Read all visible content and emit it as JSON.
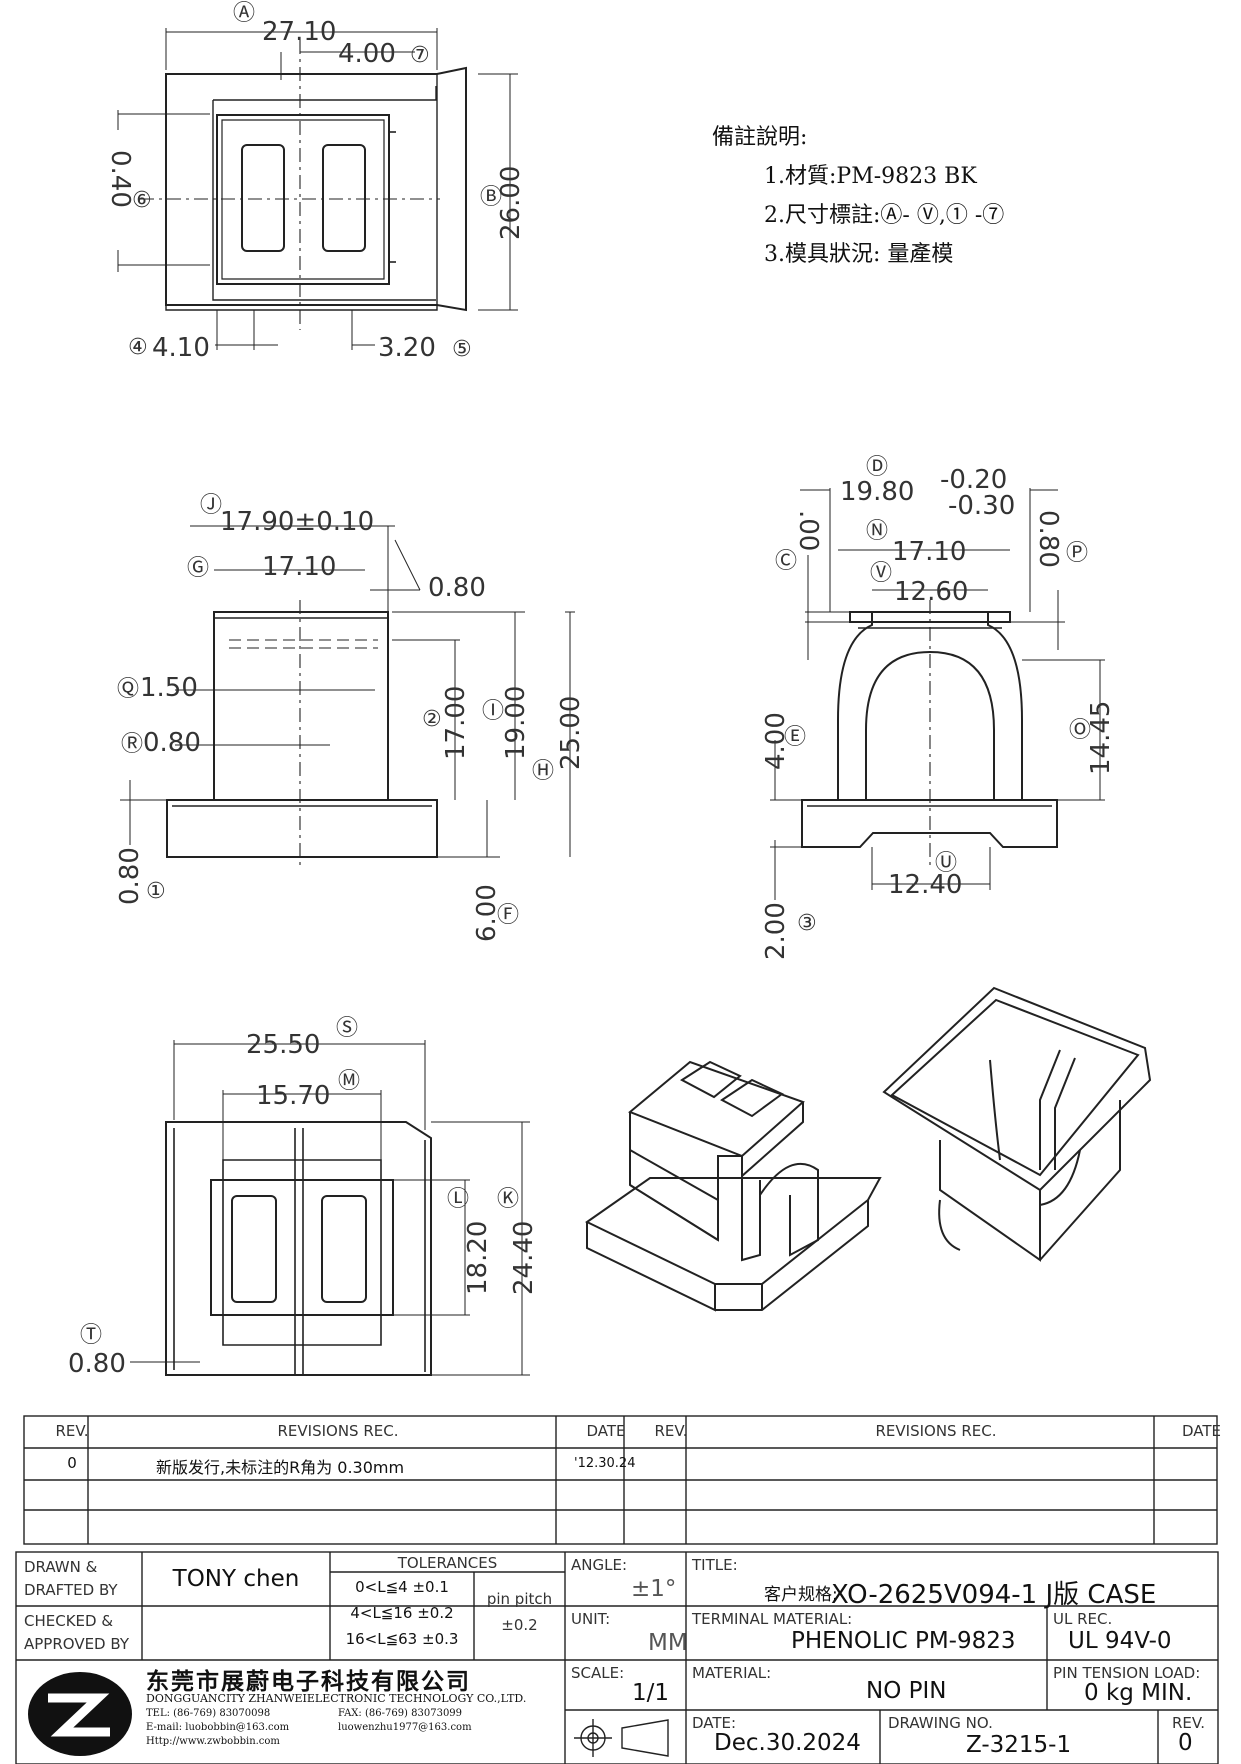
{
  "notes": {
    "title": "備註說明:",
    "line1": "1.材質:PM-9823 BK",
    "line2": "2.尺寸標註:Ⓐ- Ⓥ,① -⑦",
    "line3": "3.模具狀況: 量產模"
  },
  "top_view": {
    "dims": {
      "A": "27.10",
      "A_tag": "Ⓐ",
      "d7": "4.00",
      "d7_tag": "⑦",
      "B": "26.00",
      "B_tag": "Ⓑ",
      "d6": "0.40",
      "d6_tag": "⑥",
      "d4": "4.10",
      "d4_tag": "④",
      "d5": "3.20",
      "d5_tag": "⑤"
    }
  },
  "front_view": {
    "dims": {
      "J": "17.90±0.10",
      "J_tag": "Ⓙ",
      "G": "17.10",
      "G_tag": "Ⓖ",
      "g2": "0.80",
      "Q": "1.50",
      "Q_tag": "Ⓠ",
      "R": "0.80",
      "R_tag": "Ⓡ",
      "d2": "17.00",
      "d2_tag": "②",
      "I": "19.00",
      "I_tag": "Ⓘ",
      "H": "25.00",
      "H_tag": "Ⓗ",
      "d1": "0.80",
      "d1_tag": "①",
      "F": "6.00",
      "F_tag": "Ⓕ"
    }
  },
  "side_view": {
    "dims": {
      "D": "19.80",
      "D_tag": "Ⓓ",
      "D_tol_up": "-0.20",
      "D_tol_dn": "-0.30",
      "C": ".00",
      "C_tag": "Ⓒ",
      "N": "17.10",
      "N_tag": "Ⓝ",
      "V": "12.60",
      "V_tag": "Ⓥ",
      "P": "0.80",
      "P_tag": "Ⓟ",
      "E": "4.00",
      "E_tag": "Ⓔ",
      "O": "14.45",
      "O_tag": "Ⓞ",
      "U": "12.40",
      "U_tag": "Ⓤ",
      "d3": "2.00",
      "d3_tag": "③"
    }
  },
  "bottom_view": {
    "dims": {
      "S": "25.50",
      "S_tag": "Ⓢ",
      "M": "15.70",
      "M_tag": "Ⓜ",
      "L": "18.20",
      "L_tag": "Ⓛ",
      "K": "24.40",
      "K_tag": "Ⓚ",
      "T": "0.80",
      "T_tag": "Ⓣ"
    }
  },
  "revisions": {
    "h_rev": "REV.",
    "h_rec": "REVISIONS REC.",
    "h_date": "DATE",
    "h_rev2": "REV.",
    "h_rec2": "REVISIONS REC.",
    "h_date2": "DATE",
    "rows": [
      {
        "rev": "0",
        "desc": "新版发行,未标注的R角为 0.30mm",
        "date": "'12.30.24"
      }
    ]
  },
  "title_block": {
    "drawn_label": "DRAWN & DRAFTED BY",
    "drawn_by": "TONY chen",
    "checked_label": "CHECKED & APPROVED BY",
    "tol_title": "TOLERANCES",
    "tol1": "0<L≦4  ±0.1",
    "tol2": "4<L≦16 ±0.2",
    "tol3": "16<L≦63 ±0.3",
    "pin_pitch_label": "pin pitch",
    "pin_pitch_tol": "±0.2",
    "angle_label": "ANGLE:",
    "angle_value": "±1°",
    "unit_label": "UNIT:",
    "unit_value": "MM",
    "scale_label": "SCALE:",
    "scale_value": "1/1",
    "title_label": "TITLE:",
    "title_prefix": "客户规格:",
    "title_value": "XO-2625V094-1 J版 CASE",
    "terminal_label": "TERMINAL MATERIAL:",
    "terminal_value": "PHENOLIC PM-9823",
    "ul_label": "UL REC.",
    "ul_value": "UL 94V-0",
    "material_label": "MATERIAL:",
    "material_value": "NO PIN",
    "pin_tension_label": "PIN TENSION LOAD:",
    "pin_tension_value": "0 kg MIN.",
    "date_label": "DATE:",
    "date_value": "Dec.30.2024",
    "drawing_no_label": "DRAWING NO.",
    "drawing_no_value": "Z-3215-1",
    "rev_label": "REV.",
    "rev_value": "0",
    "company_cn": "东莞市展蔚电子科技有限公司",
    "company_en": "DONGGUANCITY ZHANWEIELECTRONIC TECHNOLOGY CO.,LTD.",
    "tel": "TEL: (86-769) 83070098",
    "fax": "FAX: (86-769) 83073099",
    "email": "E-mail: luobobbin@163.com",
    "email2": "luowenzhu1977@163.com",
    "web": "Http://www.zwbobbin.com"
  }
}
